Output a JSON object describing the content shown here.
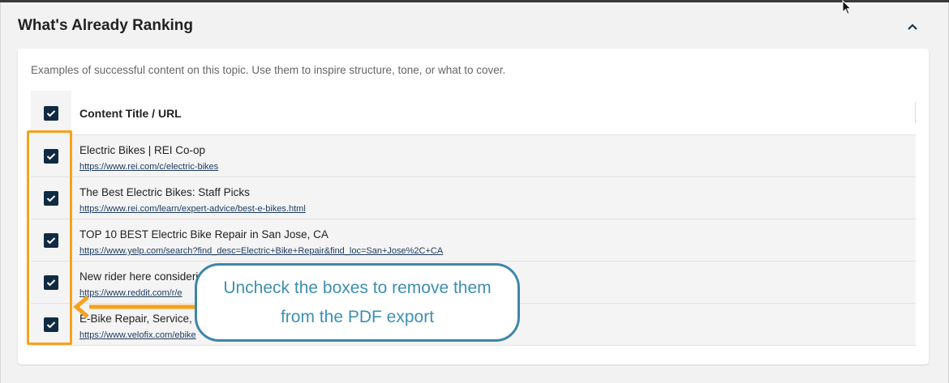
{
  "section": {
    "title": "What's Already Ranking",
    "intro": "Examples of successful content on this topic. Use them to inspire structure, tone, or what to cover."
  },
  "table": {
    "header_title": "Content Title / URL",
    "rows": [
      {
        "title": "Electric Bikes | REI Co-op",
        "url": "https://www.rei.com/c/electric-bikes",
        "checked": true
      },
      {
        "title": "The Best Electric Bikes: Staff Picks",
        "url": "https://www.rei.com/learn/expert-advice/best-e-bikes.html",
        "checked": true
      },
      {
        "title": "TOP 10 BEST Electric Bike Repair in San Jose, CA",
        "url": "https://www.yelp.com/search?find_desc=Electric+Bike+Repair&find_loc=San+Jose%2C+CA",
        "checked": true
      },
      {
        "title": "New rider here consideri",
        "url": "https://www.reddit.com/r/e",
        "checked": true
      },
      {
        "title": "E-Bike Repair, Service, a",
        "url": "https://www.velofix.com/ebike",
        "checked": true
      }
    ]
  },
  "callout": {
    "text": "Uncheck the boxes to remove them from the PDF export"
  },
  "colors": {
    "checkbox": "#102a43",
    "highlight": "#f7a21b",
    "callout_border": "#3d86a8",
    "callout_text": "#3d8fb3"
  },
  "icons": {
    "collapse": "chevron-up-icon",
    "check": "checkmark-icon",
    "cursor": "mouse-pointer-icon",
    "arrow": "arrow-left-icon"
  }
}
